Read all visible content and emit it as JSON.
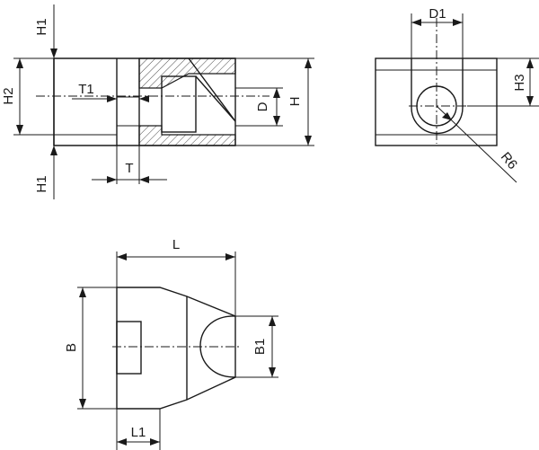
{
  "diagram": {
    "labels": {
      "h1_top": "H1",
      "h2": "H2",
      "t1": "T1",
      "d": "D",
      "h": "H",
      "t": "T",
      "h1_bottom": "H1",
      "d1": "D1",
      "h3": "H3",
      "r6": "R6",
      "l": "L",
      "b": "B",
      "b1": "B1",
      "l1": "L1"
    }
  }
}
